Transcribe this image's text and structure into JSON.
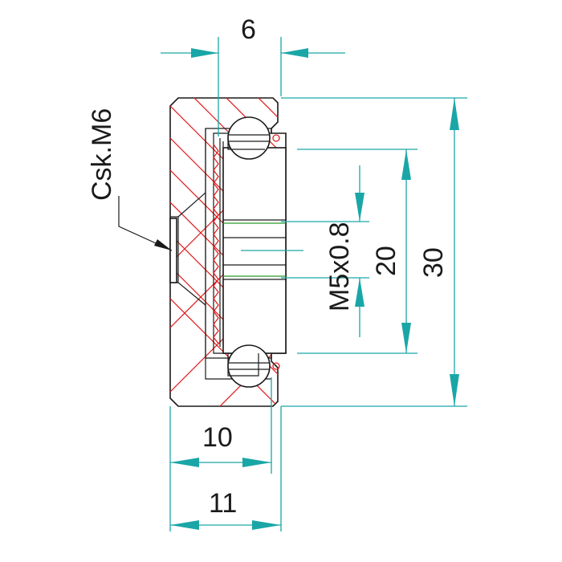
{
  "dimensions": {
    "top_width": "6",
    "bottom_width_inner": "10",
    "bottom_width_outer": "11",
    "thread": "M5x0.8",
    "inner_height": "20",
    "outer_height": "30"
  },
  "callout": {
    "label": "Csk.M6"
  },
  "colors": {
    "dimension": "#1aa6a6",
    "hatch": "#e02020",
    "outline": "#1a1a1a",
    "thread_line": "#2a9a2a"
  }
}
